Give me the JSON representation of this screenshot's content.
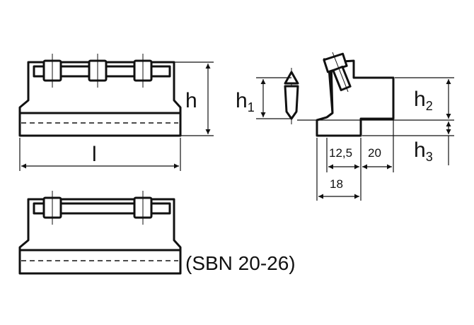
{
  "labels": {
    "h": "h",
    "l": "l",
    "h1_base": "h",
    "h1_sub": "1",
    "h2_base": "h",
    "h2_sub": "2",
    "h3_base": "h",
    "h3_sub": "3",
    "dim_12_5": "12,5",
    "dim_20": "20",
    "dim_18": "18",
    "variant": "(SBN 20-26)"
  }
}
